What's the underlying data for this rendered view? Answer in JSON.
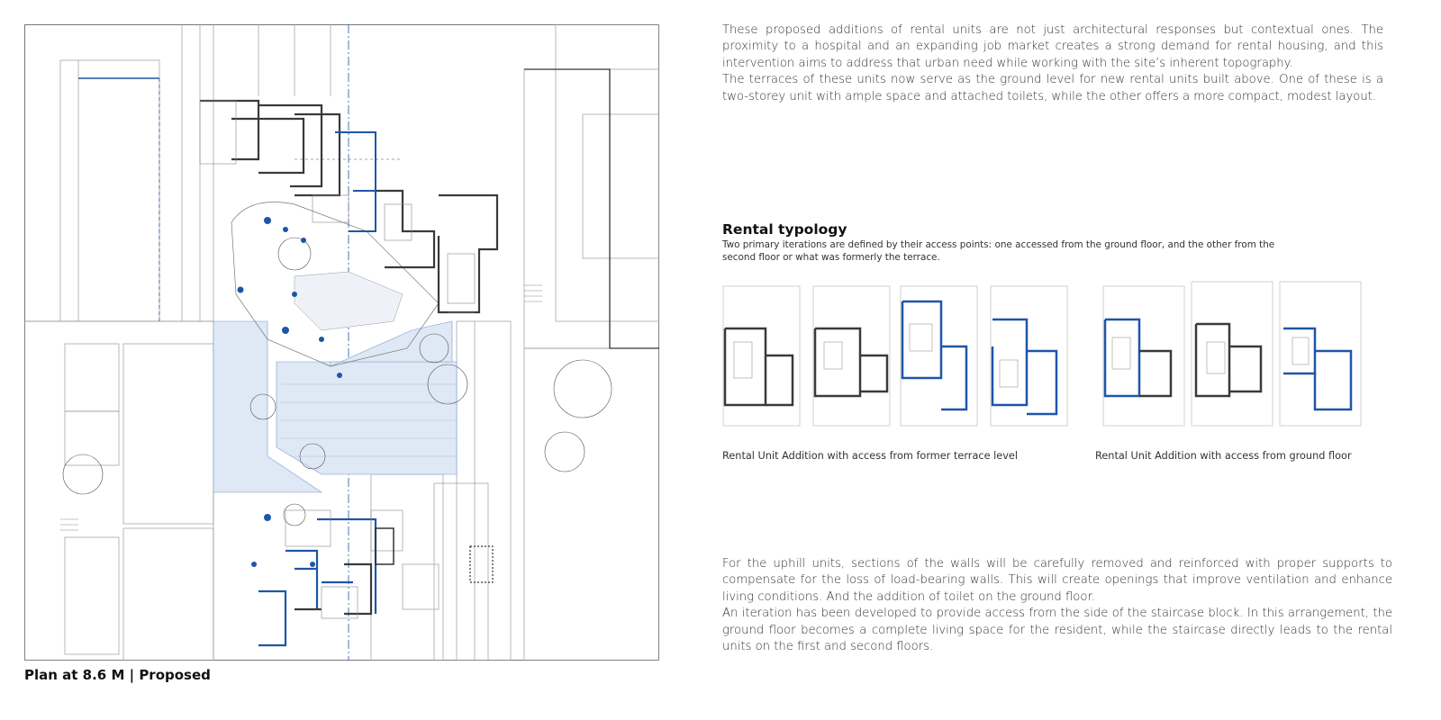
{
  "intro_paragraphs": [
    "These proposed additions of rental units are not just architectural responses but contextual ones. The proximity to a hospital and an expanding job market creates a strong demand for rental housing, and this intervention aims to address that urban need while working with the site’s inherent topography.",
    "The terraces of these units now serve as the ground level for new rental units built above. One of these is a two-storey unit with ample space and attached toilets, while the other offers a more compact, modest layout."
  ],
  "rental_typology": {
    "title": "Rental typology",
    "description": "Two primary iterations are defined by their access points: one accessed from the ground floor, and the other from the second floor or what was formerly the terrace.",
    "caption_terrace": "Rental Unit Addition with access from former terrace level",
    "caption_ground": "Rental Unit Addition with access from ground floor"
  },
  "uphill_paragraphs": [
    "For the uphill units, sections of the walls will be carefully removed and reinforced with proper supports to compensate for the loss of load-bearing walls. This will create openings that improve ventilation and enhance living conditions. And the addition of toilet on the ground floor.",
    "An iteration has been developed to provide access from the side of the staircase block. In this arrangement, the ground floor becomes a complete living space for the resident, while the staircase directly leads to the rental units on the first and second floors."
  ],
  "plan_caption": "Plan at 8.6 M | Proposed",
  "colors": {
    "accent_blue": "#1f55a8",
    "wall_dark": "#3a3a3a",
    "line_grey": "#9a9a9a"
  }
}
